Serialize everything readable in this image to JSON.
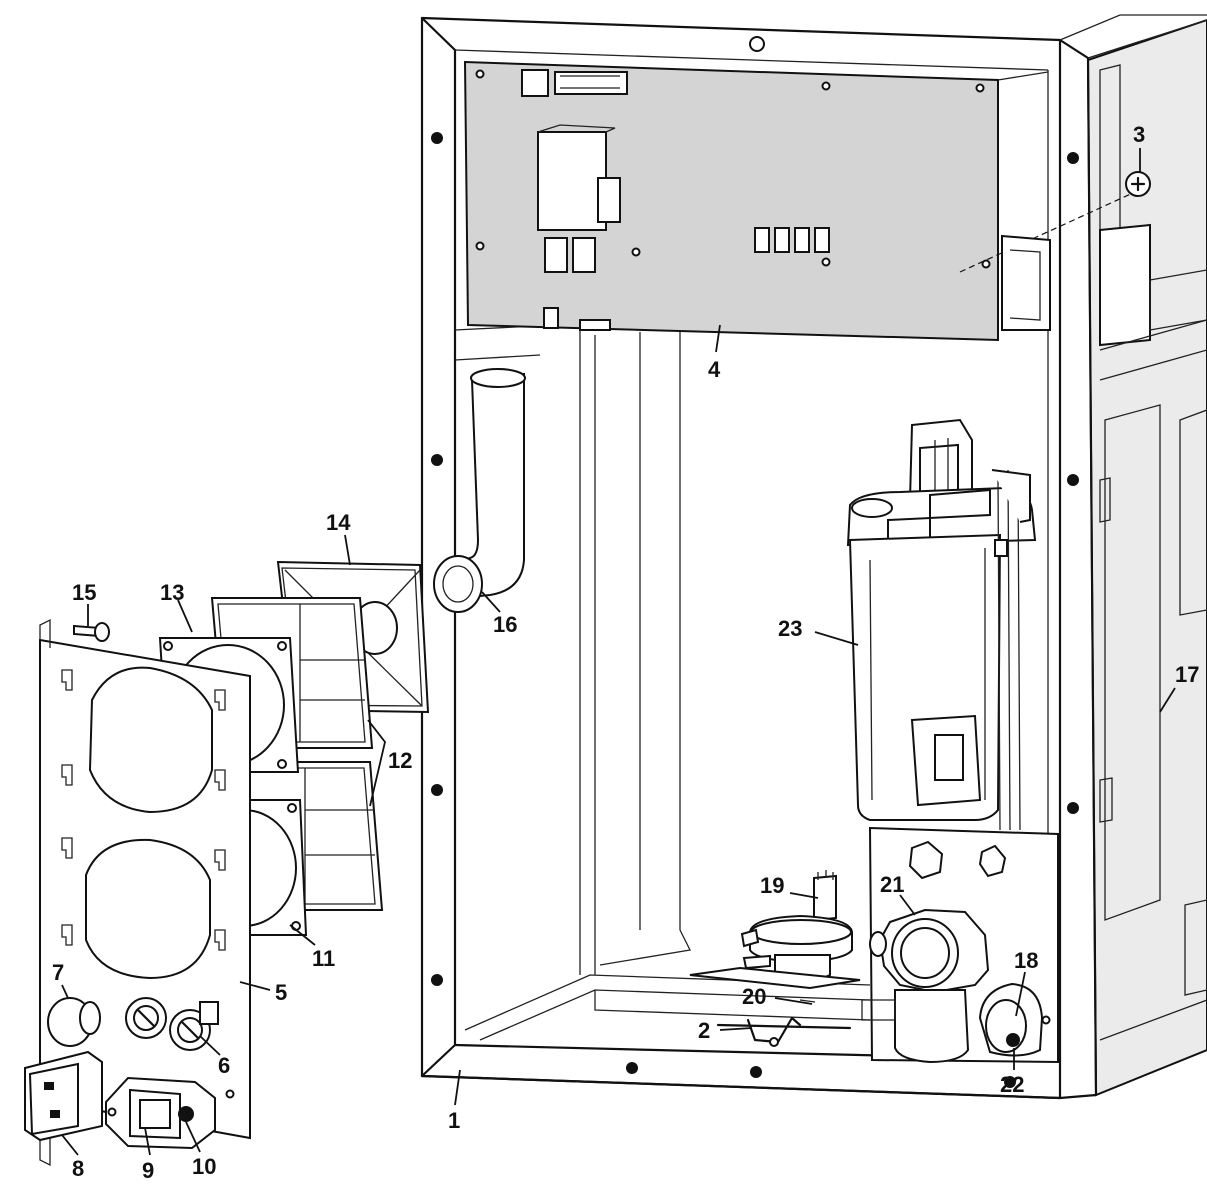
{
  "callouts": {
    "c1": "1",
    "c2": "2",
    "c3": "3",
    "c4": "4",
    "c5": "5",
    "c6": "6",
    "c7": "7",
    "c8": "8",
    "c9": "9",
    "c10": "10",
    "c11": "11",
    "c12": "12",
    "c13": "13",
    "c14": "14",
    "c15": "15",
    "c16": "16",
    "c17": "17",
    "c18": "18",
    "c19": "19",
    "c20": "20",
    "c21": "21",
    "c22": "22",
    "c23": "23"
  },
  "icons": {
    "frame": "cabinet-frame-icon",
    "board": "control-board-icon",
    "panel": "front-panel-icon",
    "fans": "cooling-fan-icon",
    "tank": "water-tank-icon",
    "hose": "elbow-hose-icon"
  }
}
